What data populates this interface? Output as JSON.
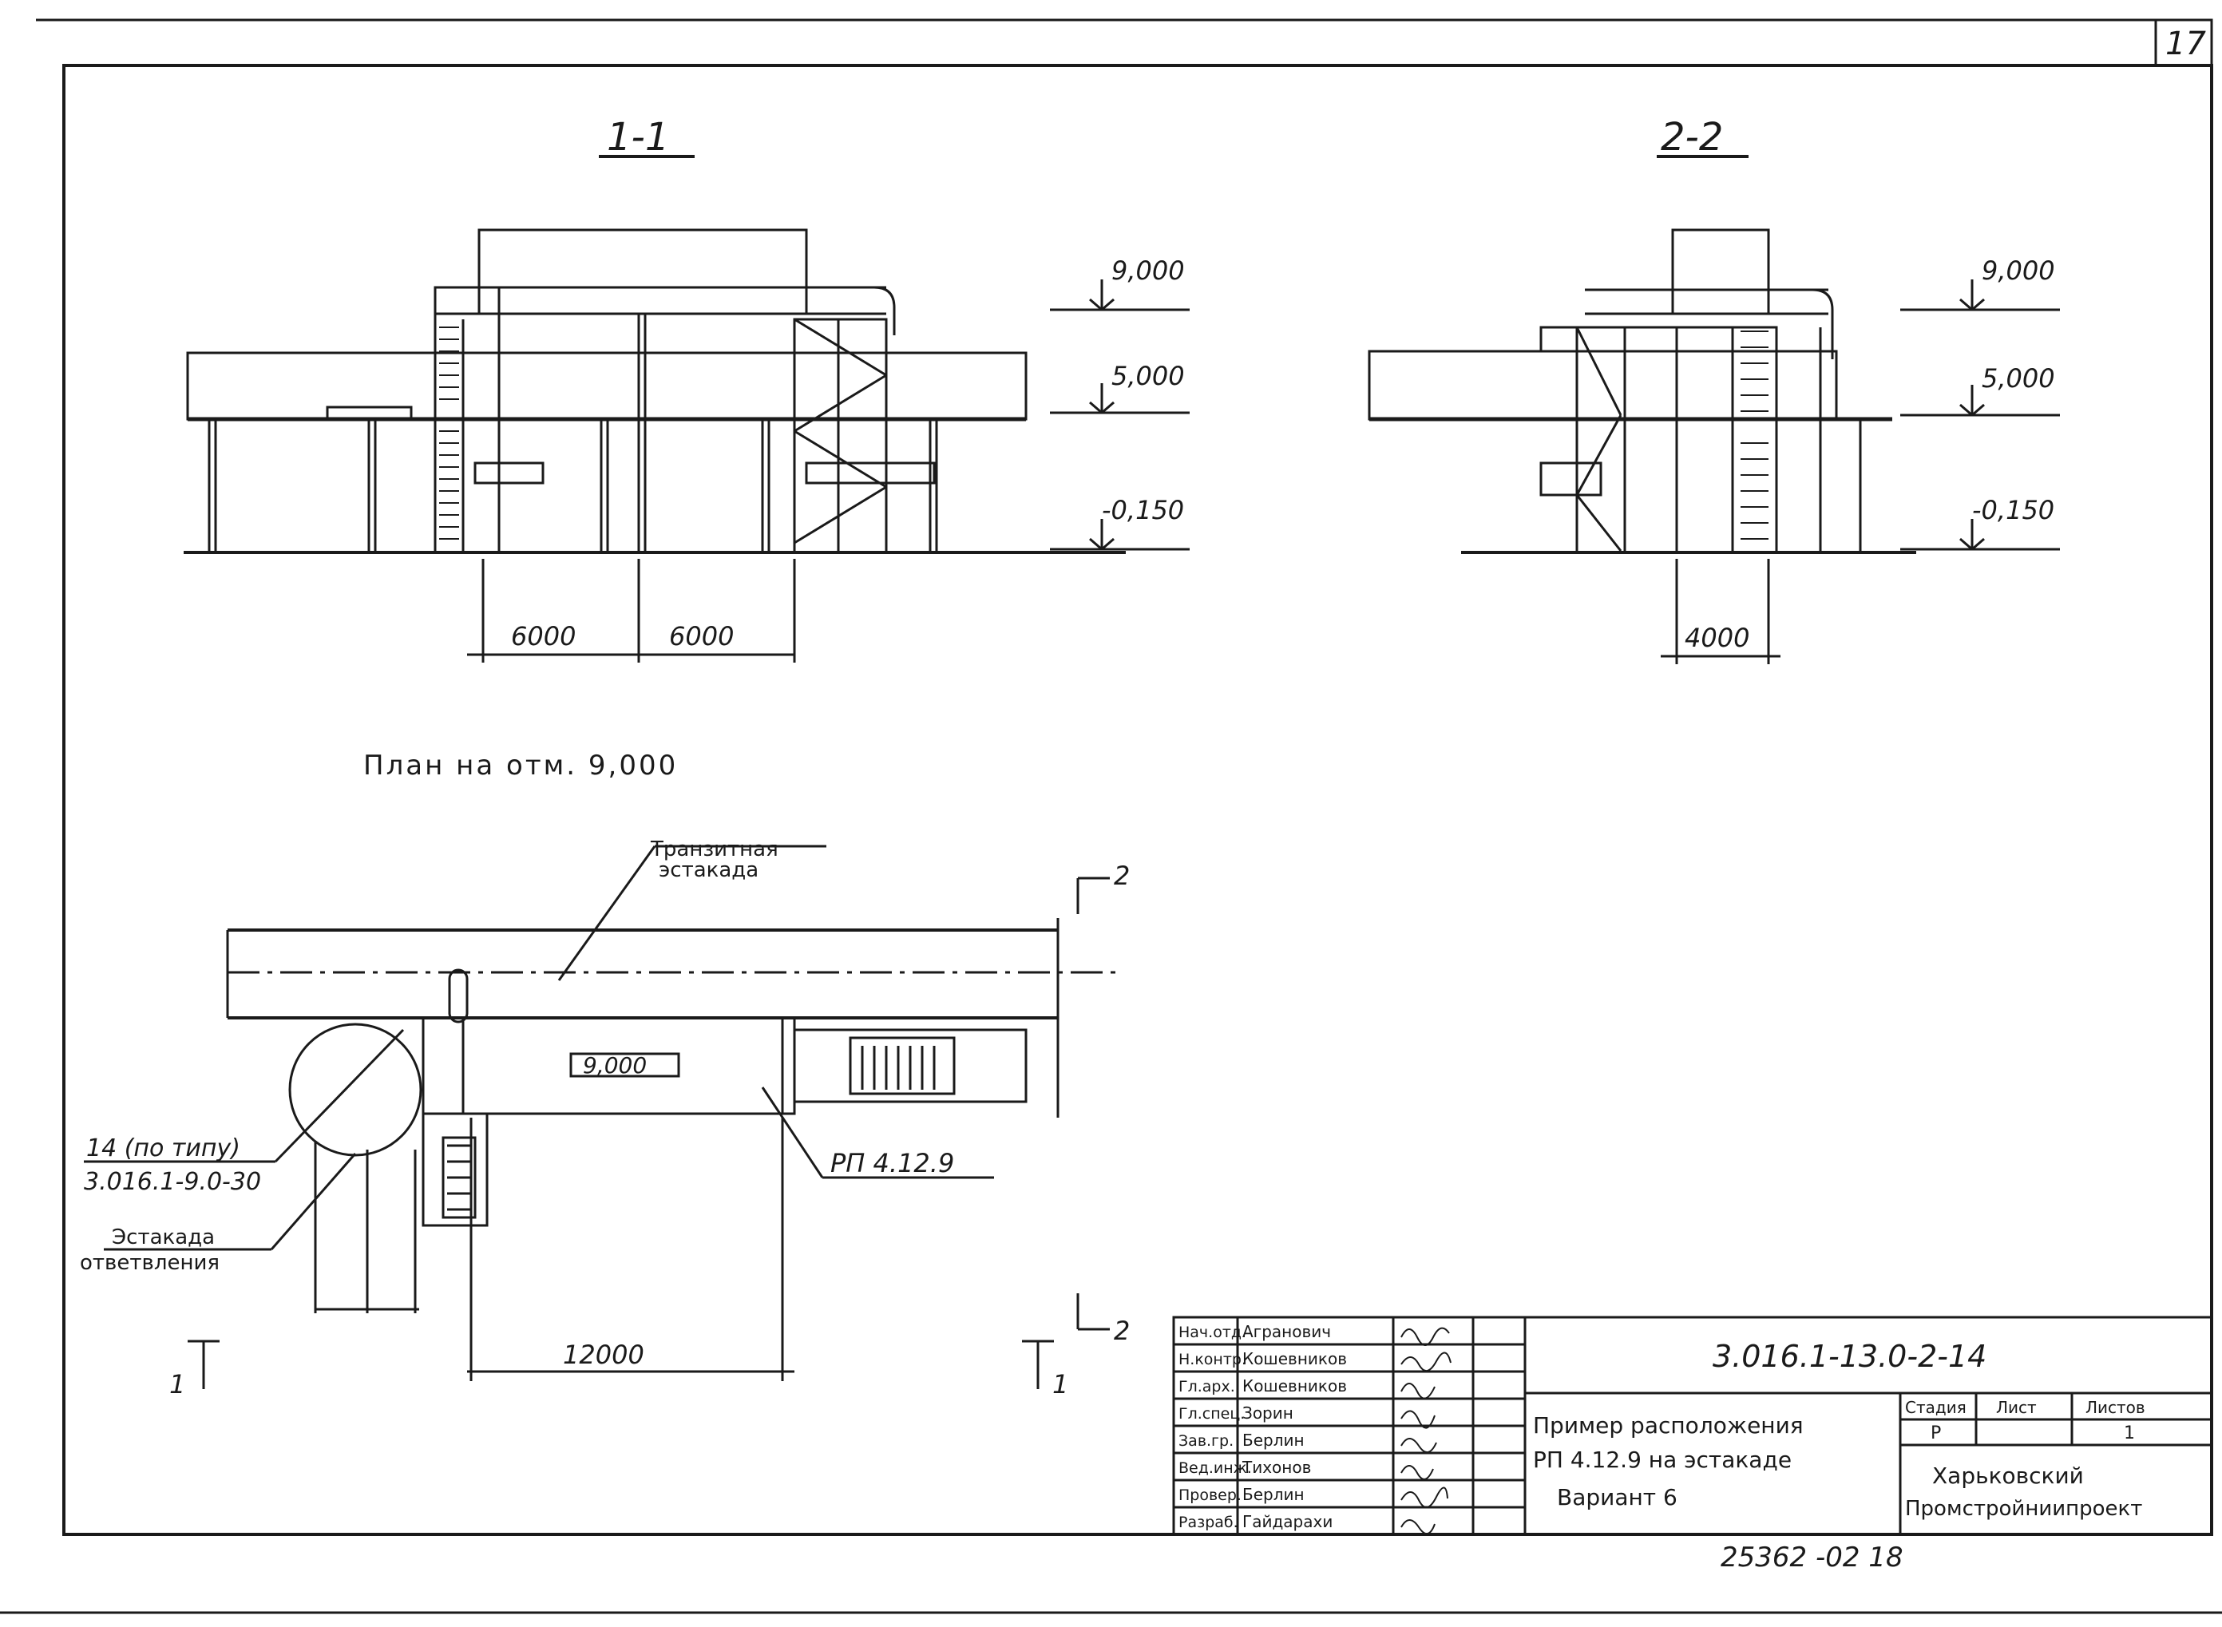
{
  "sheet": {
    "sheet_number": "17",
    "bottom_note": "25362 -02   18"
  },
  "section_1": {
    "title": "1-1",
    "levels": [
      "9,000",
      "5,000",
      "-0,150"
    ],
    "dims": [
      "6000",
      "6000"
    ]
  },
  "section_2": {
    "title": "2-2",
    "levels": [
      "9,000",
      "5,000",
      "-0,150"
    ],
    "dims": [
      "4000"
    ]
  },
  "plan": {
    "title": "План на отм. 9,000",
    "transit_line1": "Транзитная",
    "transit_line2": "эстакада",
    "level_mark": "9,000",
    "rp_label": "РП 4.12.9",
    "ref_line1": "14 (по типу)",
    "ref_line2": "3.016.1-9.0-30",
    "branch_line1": "Эстакада",
    "branch_line2": "ответвления",
    "dim": "12000",
    "cut_left": "1",
    "cut_right": "1",
    "cut_top": "2",
    "cut_bottom": "2"
  },
  "title_block": {
    "code": "3.016.1-13.0-2-14",
    "roles": [
      "Нач.отд.",
      "Н.контр.",
      "Гл.арх.",
      "Гл.спец.",
      "Зав.гр.",
      "Вед.инж.",
      "Провер.",
      "Разраб."
    ],
    "names": [
      "Агранович",
      "Кошевников",
      "Кошевников",
      "Зорин",
      "Берлин",
      "Тихонов",
      "Берлин",
      "Гайдарахи"
    ],
    "description_line1": "Пример расположения",
    "description_line2": "РП 4.12.9 на эстакаде",
    "description_line3": "Вариант 6",
    "col_stage": "Стадия",
    "col_sheet": "Лист",
    "col_sheets": "Листов",
    "stage": "Р",
    "sheets": "1",
    "org_line1": "Харьковский",
    "org_line2": "Промстройниипроект"
  }
}
